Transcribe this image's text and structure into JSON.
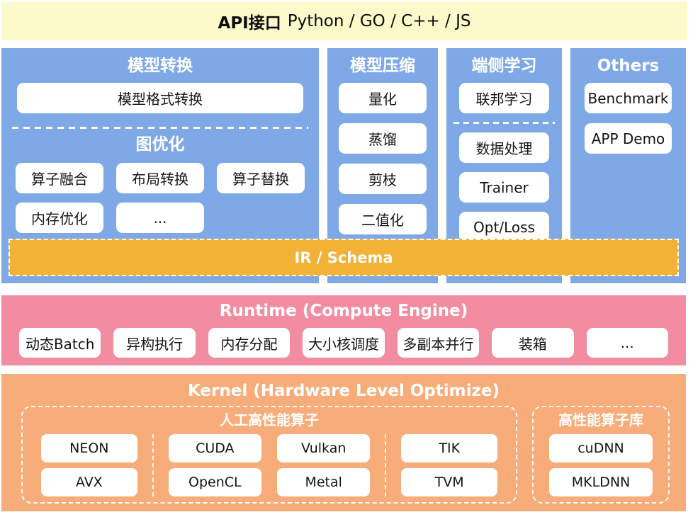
{
  "api_bar": {
    "title": "API接口",
    "subtitle": "Python / GO / C++ / JS"
  },
  "model_conversion": {
    "header": "模型转换",
    "format_box": "模型格式转换",
    "graph_opt_header": "图优化",
    "boxes_row1": [
      "算子融合",
      "布局转换",
      "算子替换"
    ],
    "boxes_row2": [
      "内存优化",
      "..."
    ]
  },
  "model_compression": {
    "header": "模型压缩",
    "boxes": [
      "量化",
      "蒸馏",
      "剪枝",
      "二值化"
    ]
  },
  "on_device_learning": {
    "header": "端侧学习",
    "federated_box": "联邦学习",
    "boxes": [
      "数据处理",
      "Trainer",
      "Opt/Loss"
    ]
  },
  "others": {
    "header": "Others",
    "boxes": [
      "Benchmark",
      "APP Demo"
    ]
  },
  "ir_bar": {
    "label": "IR / Schema"
  },
  "runtime": {
    "header": "Runtime (Compute Engine)",
    "boxes": [
      "动态Batch",
      "异构执行",
      "内存分配",
      "大小核调度",
      "多副本并行",
      "装箱",
      "..."
    ]
  },
  "kernel": {
    "header": "Kernel (Hardware Level Optimize)",
    "manual_ops": {
      "title": "人工高性能算子",
      "group1": [
        "NEON",
        "AVX"
      ],
      "group2": [
        "CUDA",
        "Vulkan",
        "OpenCL",
        "Metal"
      ],
      "group3": [
        "TIK",
        "TVM"
      ]
    },
    "op_lib": {
      "title": "高性能算子库",
      "boxes": [
        "cuDNN",
        "MKLDNN"
      ]
    }
  },
  "colors": {
    "banner_yellow": "#FCF9CA",
    "column_blue": "#7EA9E6",
    "ir_gold": "#F2B236",
    "runtime_pink": "#F28CA1",
    "kernel_orange": "#F8AC79",
    "box_white": "#FFFFFF",
    "text_dark": "#141414",
    "text_white": "#FFFFFF"
  }
}
